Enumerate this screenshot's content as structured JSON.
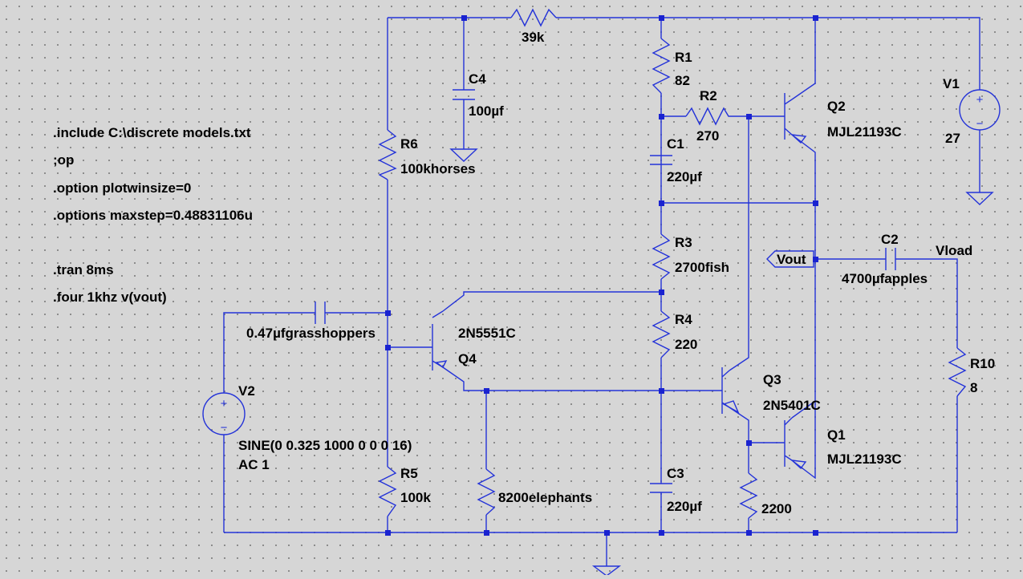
{
  "colors": {
    "background": "#d6d6d6",
    "grid_dot": "#7a7a7a",
    "wire": "#2433d8",
    "junction": "#1a23d0",
    "text": "#000000"
  },
  "directives": [
    ".include C:\\discrete models.txt",
    ";op",
    ".option plotwinsize=0",
    ".options maxstep=0.48831106u",
    ".tran 8ms",
    ".four 1khz v(vout)"
  ],
  "components": {
    "r_top": {
      "value": "39k"
    },
    "r1": {
      "name": "R1",
      "value": "82"
    },
    "r2": {
      "name": "R2",
      "value": "270"
    },
    "r3": {
      "name": "R3",
      "value": "2700fish"
    },
    "r4": {
      "name": "R4",
      "value": "220"
    },
    "r5": {
      "name": "R5",
      "value": "100k"
    },
    "r6": {
      "name": "R6",
      "value": "100khorses"
    },
    "r10": {
      "name": "R10",
      "value": "8"
    },
    "r_q1": {
      "value": "2200"
    },
    "r_q4": {
      "value": "8200elephants"
    },
    "c1": {
      "name": "C1",
      "value": "220µf"
    },
    "c2": {
      "name": "C2",
      "value": "4700µfapples"
    },
    "c3": {
      "name": "C3",
      "value": "220µf"
    },
    "c4": {
      "name": "C4",
      "value": "100µf"
    },
    "c_in": {
      "value": "0.47µfgrasshoppers"
    },
    "q1": {
      "name": "Q1",
      "model": "MJL21193C"
    },
    "q2": {
      "name": "Q2",
      "model": "MJL21193C"
    },
    "q3": {
      "name": "Q3",
      "model": "2N5401C"
    },
    "q4": {
      "name": "Q4",
      "model": "2N5551C"
    },
    "v1": {
      "name": "V1",
      "value": "27"
    },
    "v2": {
      "name": "V2",
      "value": "SINE(0 0.325 1000 0 0 0 16)",
      "value2": "AC 1"
    }
  },
  "net_labels": {
    "vout": "Vout",
    "vload": "Vload"
  },
  "symbols": {
    "plus": "+",
    "minus": "−"
  }
}
